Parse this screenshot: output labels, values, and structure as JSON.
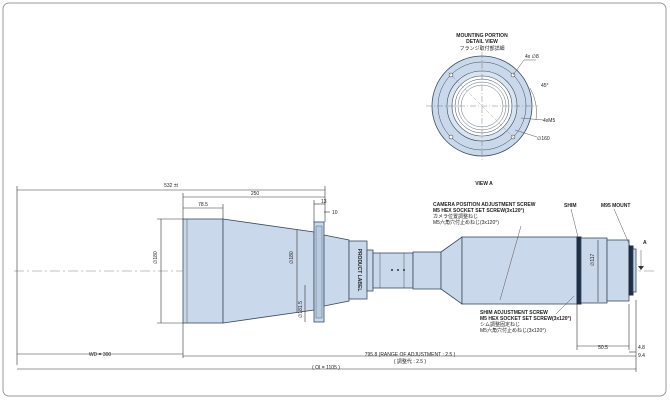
{
  "detail": {
    "title": "MOUNTING PORTION",
    "subtitle": "DETAIL VIEW",
    "jp": "フランジ取付部詳細",
    "hole_label": "4x ∅8",
    "angle_label": "45°",
    "thread_label": "4xM5",
    "pcd_label": "∅160"
  },
  "view_label": "VIEW A",
  "dims": {
    "overall_top": "532 ±t",
    "len_250": "250",
    "len_785": "78.5",
    "len_13": "13",
    "len_10": "10",
    "dia_180a": "∅180",
    "dia_180b": "∅180",
    "dia_dd": "∅181.5",
    "dia_117": "∅117",
    "d_505": "50.5",
    "d_48": "4.8",
    "d_94": "9.4",
    "wd": "WD = 300",
    "range": "795.8 (RANGE OF ADJUSTMENT : 2.5 )",
    "range_jp": "( 調整代 : 2.5 )",
    "oi": "( OI = 1105 )"
  },
  "labels": {
    "product_label": "PRODUCT LABEL",
    "shim": "SHIM",
    "m95": "M95 MOUNT",
    "a_mark": "A",
    "cam_title": "CAMERA   POSITION ADJUSTMENT SCREW",
    "cam_sub": "M5 HEX SOCKET SET SCREW(3x120°)",
    "cam_jp1": "カメラ位置調整ねじ",
    "cam_jp2": "M5六角穴付止めねじ(3x120°)",
    "shim_title": "SHIM ADJUSTMENT SCREW",
    "shim_sub": "M5 HEX SOCKET SET SCREW(3x120°)",
    "shim_jp1": "シム調整固定ねじ",
    "shim_jp2": "M5六角穴付止めねじ(3x120°)"
  }
}
